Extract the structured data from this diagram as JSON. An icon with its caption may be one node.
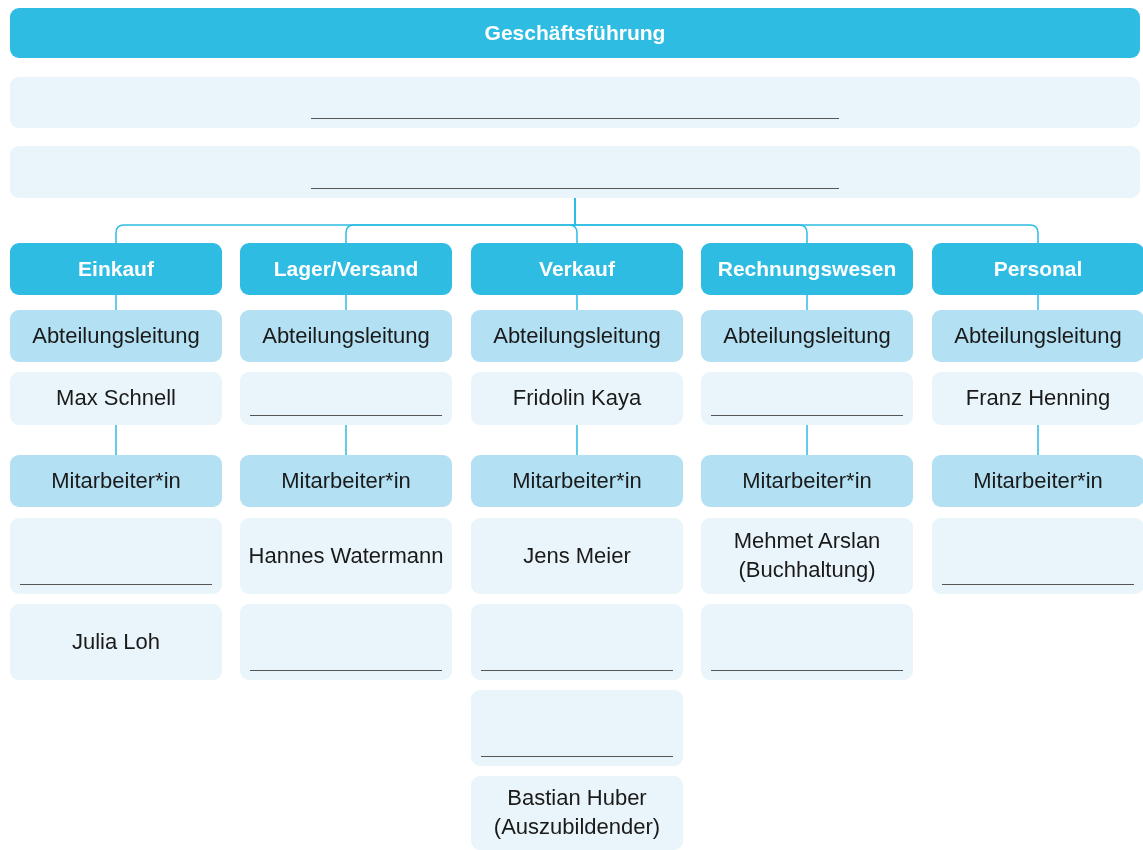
{
  "diagram": {
    "nodes": [
      {
        "text": [
          "Geschäftsführung"
        ]
      },
      {
        "text": [],
        "shape": "box"
      },
      {
        "text": [],
        "shape": "box"
      },
      {
        "text": [
          "Einkauf"
        ]
      },
      {
        "text": [
          "Abteilungsleitung"
        ]
      },
      {
        "text": [
          "Max Schnell"
        ]
      },
      {
        "text": [
          "Mitarbeiter*in"
        ]
      },
      {
        "text": [],
        "shape": "box"
      },
      {
        "text": [
          "Julia Loh"
        ]
      },
      {
        "text": [
          "Lager/Versand"
        ]
      },
      {
        "text": [
          "Abteilungsleitung"
        ]
      },
      {
        "text": [],
        "shape": "box"
      },
      {
        "text": [
          "Mitarbeiter*in"
        ]
      },
      {
        "text": [
          "Hannes Watermann"
        ]
      },
      {
        "text": [],
        "shape": "box"
      },
      {
        "text": [
          "Verkauf"
        ]
      },
      {
        "text": [
          "Abteilungsleitung"
        ]
      },
      {
        "text": [
          "Fridolin Kaya"
        ]
      },
      {
        "text": [
          "Mitarbeiter*in"
        ]
      },
      {
        "text": [
          "Jens Meier"
        ]
      },
      {
        "text": [],
        "shape": "box"
      },
      {
        "text": [],
        "shape": "box"
      },
      {
        "text": [
          "Bastian Huber (Auszubildender)"
        ]
      },
      {
        "text": [
          "Rechnungswesen"
        ]
      },
      {
        "text": [
          "Abteilungsleitung"
        ]
      },
      {
        "text": [],
        "shape": "box"
      },
      {
        "text": [
          "Mitarbeiter*in"
        ]
      },
      {
        "text": [
          "Mehmet Arslan (Buchhaltung)"
        ]
      },
      {
        "text": [],
        "shape": "box"
      },
      {
        "text": [
          "Personal"
        ]
      },
      {
        "text": [
          "Abteilungsleitung"
        ]
      },
      {
        "text": [
          "Franz Henning"
        ]
      },
      {
        "text": [
          "Mitarbeiter*in"
        ]
      },
      {
        "text": [],
        "shape": "box"
      }
    ],
    "edges": [
      {
        "from": 2,
        "to": 3,
        "arrow": "none"
      },
      {
        "from": 2,
        "to": 9,
        "arrow": "none"
      },
      {
        "from": 2,
        "to": 15,
        "arrow": "none"
      },
      {
        "from": 2,
        "to": 23,
        "arrow": "none"
      },
      {
        "from": 2,
        "to": 29,
        "arrow": "none"
      },
      {
        "from": 3,
        "to": 4,
        "arrow": "none"
      },
      {
        "from": 9,
        "to": 10,
        "arrow": "none"
      },
      {
        "from": 15,
        "to": 16,
        "arrow": "none"
      },
      {
        "from": 23,
        "to": 24,
        "arrow": "none"
      },
      {
        "from": 29,
        "to": 30,
        "arrow": "none"
      },
      {
        "from": 5,
        "to": 6,
        "arrow": "none"
      },
      {
        "from": 11,
        "to": 12,
        "arrow": "none"
      },
      {
        "from": 17,
        "to": 18,
        "arrow": "none"
      },
      {
        "from": 25,
        "to": 26,
        "arrow": "none"
      },
      {
        "from": 31,
        "to": 32,
        "arrow": "none"
      }
    ]
  }
}
